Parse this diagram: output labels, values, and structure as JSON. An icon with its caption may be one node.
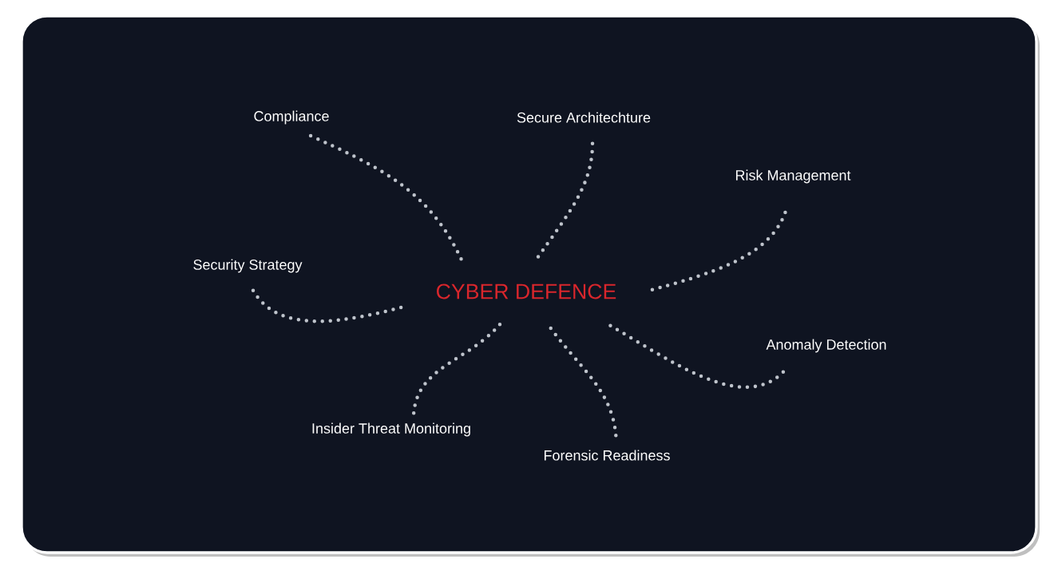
{
  "diagram": {
    "nodes": [
      {
        "text": [
          "Compliance"
        ]
      },
      {
        "text": [
          "Secure Architechture"
        ]
      },
      {
        "text": [
          "Risk Management"
        ]
      },
      {
        "text": [
          "Security Strategy"
        ]
      },
      {
        "text": [
          "CYBER DEFENCE"
        ]
      },
      {
        "text": [
          "Anomaly Detection"
        ]
      },
      {
        "text": [
          "Insider Threat Monitoring"
        ]
      },
      {
        "text": [
          "Forensic Readiness"
        ]
      }
    ],
    "edges": [
      {
        "from": 0,
        "to": 4,
        "arrow": "none"
      },
      {
        "from": 1,
        "to": 4,
        "arrow": "none"
      },
      {
        "from": 2,
        "to": 4,
        "arrow": "none"
      },
      {
        "from": 3,
        "to": 4,
        "arrow": "none"
      },
      {
        "from": 5,
        "to": 4,
        "arrow": "none"
      },
      {
        "from": 6,
        "to": 4,
        "arrow": "none"
      },
      {
        "from": 7,
        "to": 4,
        "arrow": "none"
      }
    ]
  }
}
